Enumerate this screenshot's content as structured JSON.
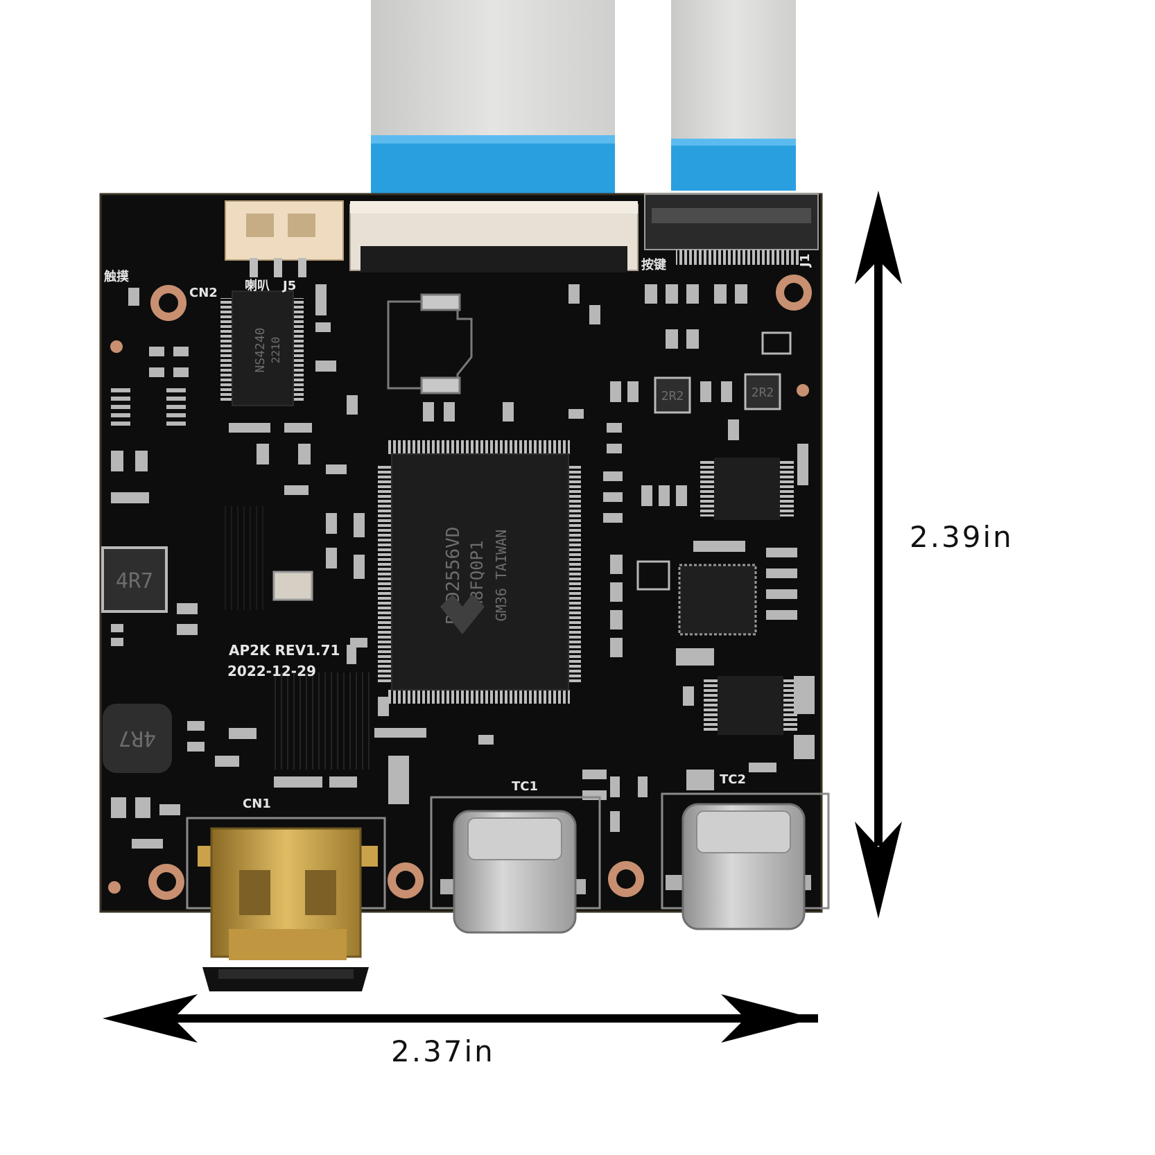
{
  "dimensions": {
    "height_label": "2.39in",
    "width_label": "2.37in"
  },
  "board": {
    "revision": "AP2K REV1.71",
    "date": "2022-12-29",
    "connector_labels": {
      "cn1": "CN1",
      "cn2": "CN2",
      "j1": "J1",
      "j5": "J5",
      "tc1": "TC1",
      "tc2": "TC2",
      "touch": "触摸",
      "speaker": "喇叭",
      "keys": "按键"
    },
    "inductor_marks": {
      "l1": "4R7",
      "l2": "4R7",
      "l3": "2R2",
      "l4": "2R2"
    },
    "main_chip": {
      "line1": "RTD2556VD",
      "line2": "M8FQ0P1",
      "line3": "GM36 TAIWAN"
    },
    "amp_chip": {
      "line1": "NS4240",
      "line2": "2210"
    }
  },
  "colors": {
    "pcb": "#0d0d0d",
    "pad": "#c89070",
    "ribbon_gray": "#d7d7d5",
    "ribbon_blue": "#2a9fe0",
    "usbc_metal": "#b9b9b9",
    "hdmi_gold": "#c9a24a",
    "arrow": "#000000"
  }
}
